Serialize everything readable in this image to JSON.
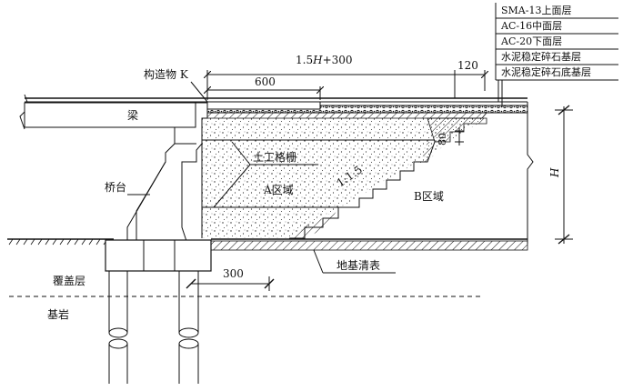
{
  "layers": {
    "layer1": "SMA-13上面层",
    "layer2": "AC-16中面层",
    "layer3": "AC-20下面层",
    "layer4": "水泥稳定碎石基层",
    "layer5": "水泥稳定碎石底基层"
  },
  "dims": {
    "top_length": "1.5H+300",
    "top_len_main": "1.5",
    "top_len_italic": "H",
    "top_len_tail": "+300",
    "k_width": "600",
    "edge_120": "120",
    "step_80": "80",
    "slope": "1:1.5",
    "height_H": "H",
    "pile_300": "300"
  },
  "labels": {
    "structure_k": "构造物 K",
    "beam": "梁",
    "geogrid": "土工格栅",
    "abutment": "桥台",
    "zone_a": "A区域",
    "zone_b": "B区域",
    "ground_clear": "地基清表",
    "overburden": "覆盖层",
    "bedrock": "基岩"
  }
}
